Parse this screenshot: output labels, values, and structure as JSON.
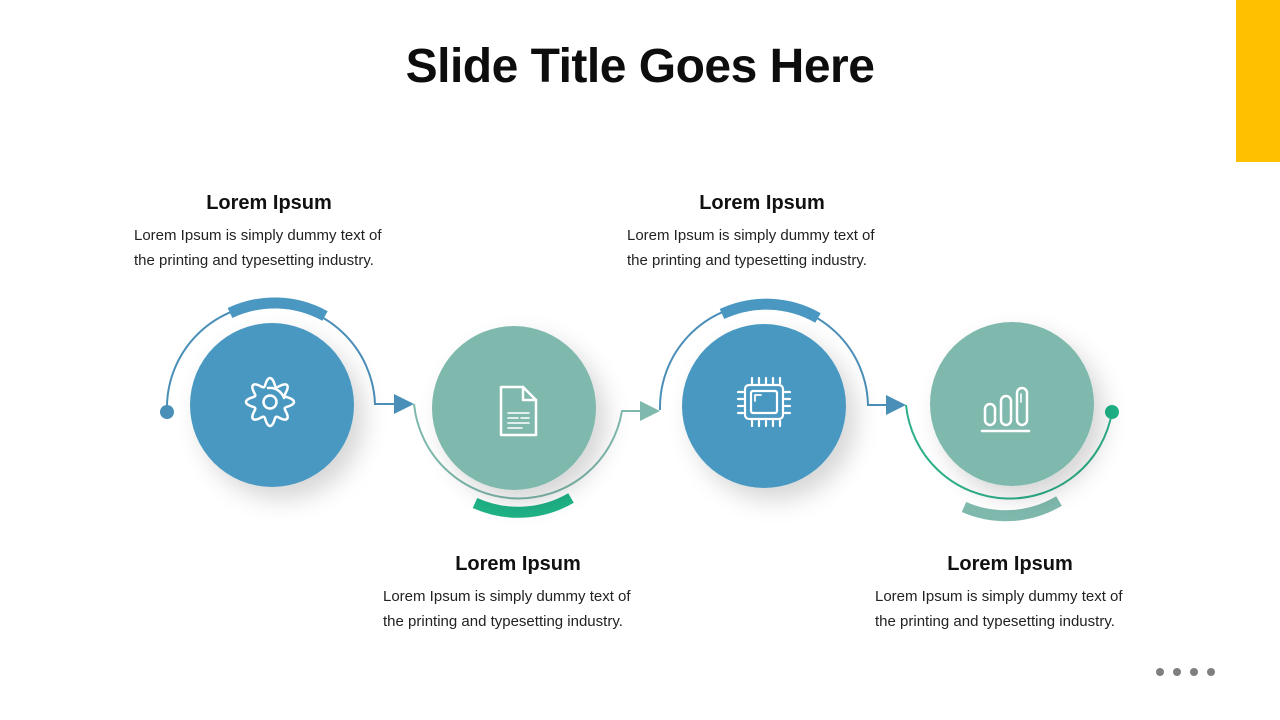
{
  "slide": {
    "title": "Slide Title Goes Here"
  },
  "colors": {
    "accent_yellow": "#FFC000",
    "blue": "#4A98C1",
    "teal": "#7FB9AD",
    "green_arc": "#1FB286",
    "line_blue": "#4A8FB8",
    "line_teal": "#7FB9AD",
    "line_green": "#2DB08A",
    "icon_stroke": "#FFFFFF",
    "pager_dot": "#7F7F7F"
  },
  "steps": [
    {
      "heading": "Lorem Ipsum",
      "body": "Lorem Ipsum is simply dummy text of the printing and typesetting industry.",
      "icon": "gear-icon",
      "circle_color": "blue"
    },
    {
      "heading": "Lorem Ipsum",
      "body": "Lorem Ipsum is simply dummy text of the printing and typesetting industry.",
      "icon": "document-icon",
      "circle_color": "teal"
    },
    {
      "heading": "Lorem Ipsum",
      "body": "Lorem Ipsum is simply dummy text of the printing and typesetting industry.",
      "icon": "chip-icon",
      "circle_color": "blue"
    },
    {
      "heading": "Lorem Ipsum",
      "body": "Lorem Ipsum is simply dummy text of the printing and typesetting industry.",
      "icon": "bar-chart-icon",
      "circle_color": "teal"
    }
  ],
  "pager": {
    "dot_count": 4
  }
}
